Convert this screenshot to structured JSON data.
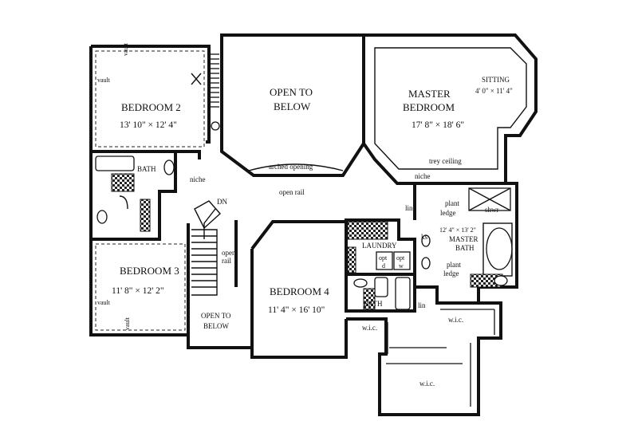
{
  "rooms": {
    "bedroom2": {
      "name": "BEDROOM 2",
      "size": "13' 10\" × 12' 4\""
    },
    "open_top": {
      "line1": "OPEN TO",
      "line2": "BELOW"
    },
    "master": {
      "line1": "MASTER",
      "line2": "BEDROOM",
      "size": "17' 8\" × 18' 6\""
    },
    "sitting": {
      "name": "SITTING",
      "size": "4' 0\" × 11' 4\""
    },
    "bedroom3": {
      "name": "BEDROOM 3",
      "size": "11' 8\" × 12' 2\""
    },
    "bedroom4": {
      "name": "BEDROOM 4",
      "size": "11' 4\" × 16' 10\""
    },
    "open_bottom": {
      "line1": "OPEN TO",
      "line2": "BELOW"
    },
    "master_bath": {
      "size": "12' 4\" × 13' 2\"",
      "line1": "MASTER",
      "line2": "BATH"
    },
    "laundry": {
      "name": "LAUNDRY"
    }
  },
  "labels": {
    "vault": "vault",
    "bath": "BATH",
    "niche": "niche",
    "dn": "DN",
    "open_rail": "open rail",
    "open": "open",
    "rail": "rail",
    "arched_opening": "arched opening",
    "trey_ceiling": "trey ceiling",
    "lin": "lin",
    "plant": "plant",
    "ledge": "ledge",
    "shwr": "shwr",
    "ks": "ks",
    "opt": "opt",
    "d": "d",
    "w": "w",
    "wic": "w.i.c."
  }
}
